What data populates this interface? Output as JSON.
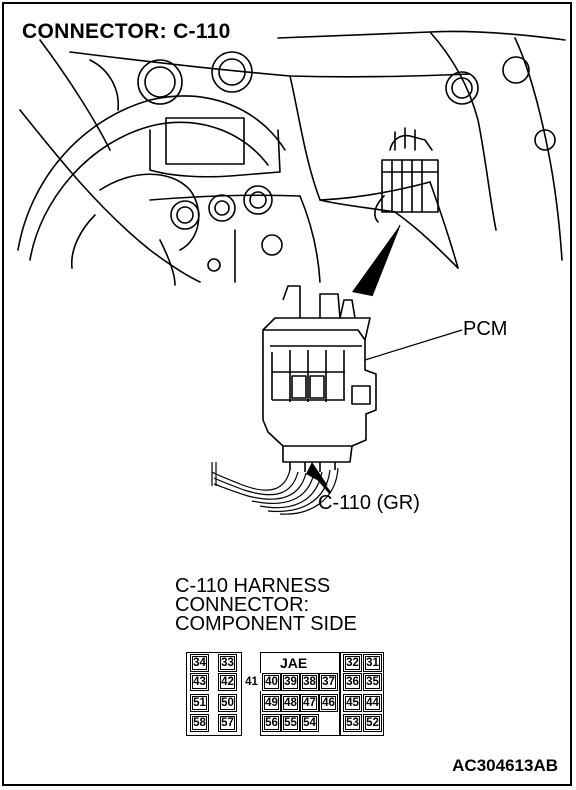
{
  "title": "CONNECTOR: C-110",
  "labels": {
    "pcm": "PCM",
    "connector_color": "C-110 (GR)"
  },
  "caption": {
    "line1": "C-110 HARNESS",
    "line2": "CONNECTOR:",
    "line3": "COMPONENT SIDE"
  },
  "connector": {
    "brand": "JAE",
    "pins": {
      "p34": "34",
      "p33": "33",
      "p32": "32",
      "p31": "31",
      "p43": "43",
      "p42": "42",
      "p41": "41",
      "p40": "40",
      "p39": "39",
      "p38": "38",
      "p37": "37",
      "p36": "36",
      "p35": "35",
      "p51": "51",
      "p50": "50",
      "p49": "49",
      "p48": "48",
      "p47": "47",
      "p46": "46",
      "p45": "45",
      "p44": "44",
      "p58": "58",
      "p57": "57",
      "p56": "56",
      "p55": "55",
      "p54": "54",
      "p53": "53",
      "p52": "52"
    }
  },
  "reference": "AC304613AB"
}
